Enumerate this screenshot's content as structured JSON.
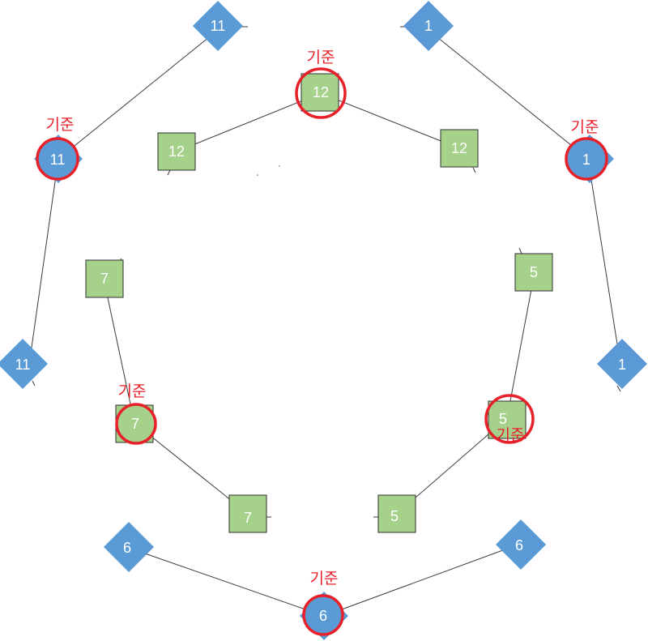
{
  "ref_label": "기준",
  "nodes": {
    "d11_top": "11",
    "d1_top": "1",
    "sq12_top": "12",
    "sq12_left": "12",
    "sq12_right": "12",
    "d11_ref": "11",
    "d1_ref": "1",
    "sq7_top": "7",
    "sq5_top": "5",
    "d11_bottom": "11",
    "d1_bottom": "1",
    "sq7_ref": "7",
    "sq5_ref": "5",
    "sq7_bottom": "7",
    "sq5_bottom": "5",
    "d6_left": "6",
    "d6_right": "6",
    "d6_ref": "6"
  },
  "colors": {
    "diamond": "#5b9bd5",
    "square": "#a6d18a",
    "highlight": "#e8202a"
  }
}
